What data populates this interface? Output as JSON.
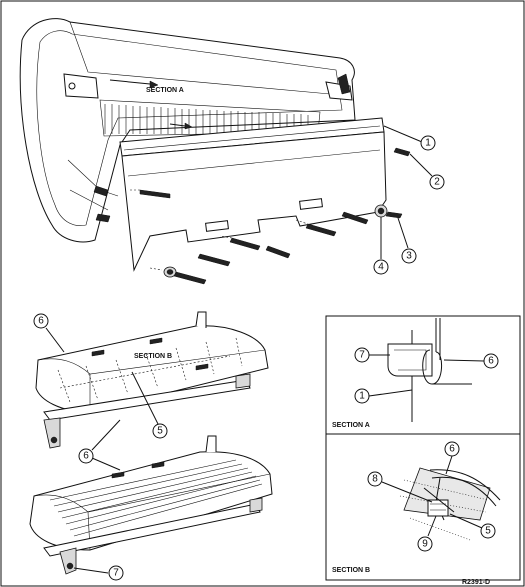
{
  "labels": {
    "section_a_main": "SECTION A",
    "section_b_main": "SECTION B",
    "section_a_inset": "SECTION A",
    "section_b_inset": "SECTION B",
    "figure_code": "R2391-D"
  },
  "callouts": {
    "top_1": "1",
    "top_2": "2",
    "top_3": "3",
    "top_4": "4",
    "cushion_6_upper": "6",
    "cushion_5": "5",
    "cushion_6_lower": "6",
    "cushion_7": "7",
    "insetA_7": "7",
    "insetA_6": "6",
    "insetA_1": "1",
    "insetB_6": "6",
    "insetB_8": "8",
    "insetB_5": "5",
    "insetB_9": "9"
  }
}
